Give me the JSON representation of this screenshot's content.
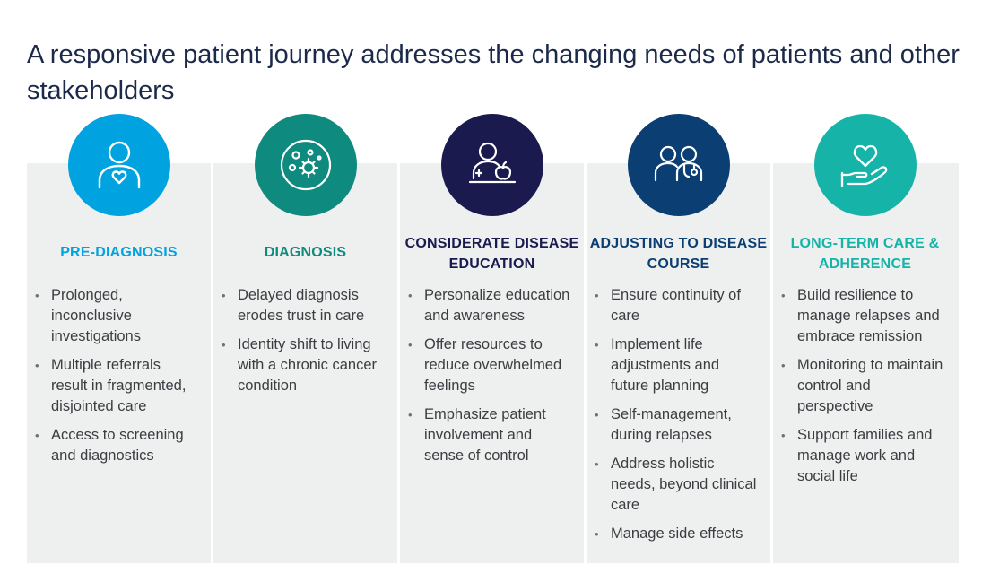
{
  "title": "A responsive patient journey addresses the changing needs of patients and other stakeholders",
  "stages": [
    {
      "title": "PRE-DIAGNOSIS",
      "color": "#00a3e0",
      "icon": "person-heart-icon",
      "bullets": [
        "Prolonged, inconclusive investigations",
        "Multiple referrals result in fragmented, disjointed care",
        "Access to screening and diagnostics"
      ]
    },
    {
      "title": "DIAGNOSIS",
      "color": "#0f8a7e",
      "icon": "cell-microscope-icon",
      "bullets": [
        "Delayed diagnosis erodes trust in care",
        "Identity shift to living with a chronic cancer condition"
      ]
    },
    {
      "title": "CONSIDERATE DISEASE EDUCATION",
      "color": "#1a1a4e",
      "icon": "teacher-apple-icon",
      "bullets": [
        "Personalize education and awareness",
        "Offer resources to reduce overwhelmed feelings",
        "Emphasize patient involvement and sense of control"
      ]
    },
    {
      "title": "ADJUSTING TO DISEASE COURSE",
      "color": "#0b3f73",
      "icon": "patient-doctor-icon",
      "bullets": [
        "Ensure continuity of care",
        "Implement life adjustments and future planning",
        "Self-management, during relapses",
        "Address holistic needs, beyond clinical care",
        "Manage side effects"
      ]
    },
    {
      "title": "LONG-TERM CARE & ADHERENCE",
      "color": "#16b3a8",
      "icon": "hand-heart-icon",
      "bullets": [
        "Build resilience to manage relapses and embrace remission",
        "Monitoring to maintain control and perspective",
        "Support families and manage work and social life"
      ]
    }
  ]
}
